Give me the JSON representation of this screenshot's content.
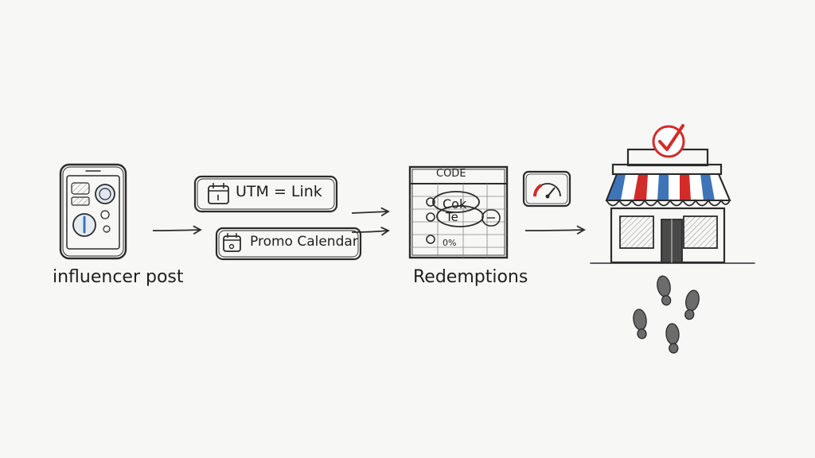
{
  "labels": {
    "influencer_post": "influencer post",
    "utm_link": "UTM = Link",
    "promo_calendar": "Promo Calendar",
    "code_header": "CODE",
    "redemptions": "Redemptions",
    "code_cell_1": "Cok",
    "code_cell_2": "Te",
    "code_cell_3": "0%"
  },
  "colors": {
    "ink": "#2b2b2b",
    "accent_red": "#d42a2a",
    "accent_blue": "#3e74b8"
  },
  "icons": [
    "phone-icon",
    "calendar-icon",
    "code-table-icon",
    "gauge-icon",
    "storefront-icon",
    "checkmark-badge-icon",
    "footprints-icon"
  ]
}
